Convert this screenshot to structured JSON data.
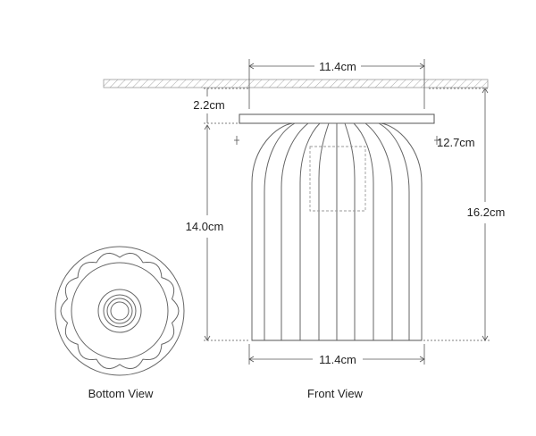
{
  "dimensions": {
    "top_width": "11.4cm",
    "canopy_height": "2.2cm",
    "shade_diameter": "12.7cm",
    "body_height": "14.0cm",
    "overall_height": "16.2cm",
    "bottom_width": "11.4cm"
  },
  "captions": {
    "bottom_view": "Bottom View",
    "front_view": "Front View"
  },
  "colors": {
    "line": "#666666",
    "dim_line": "#555555",
    "ceiling_hatch": "#999999"
  }
}
